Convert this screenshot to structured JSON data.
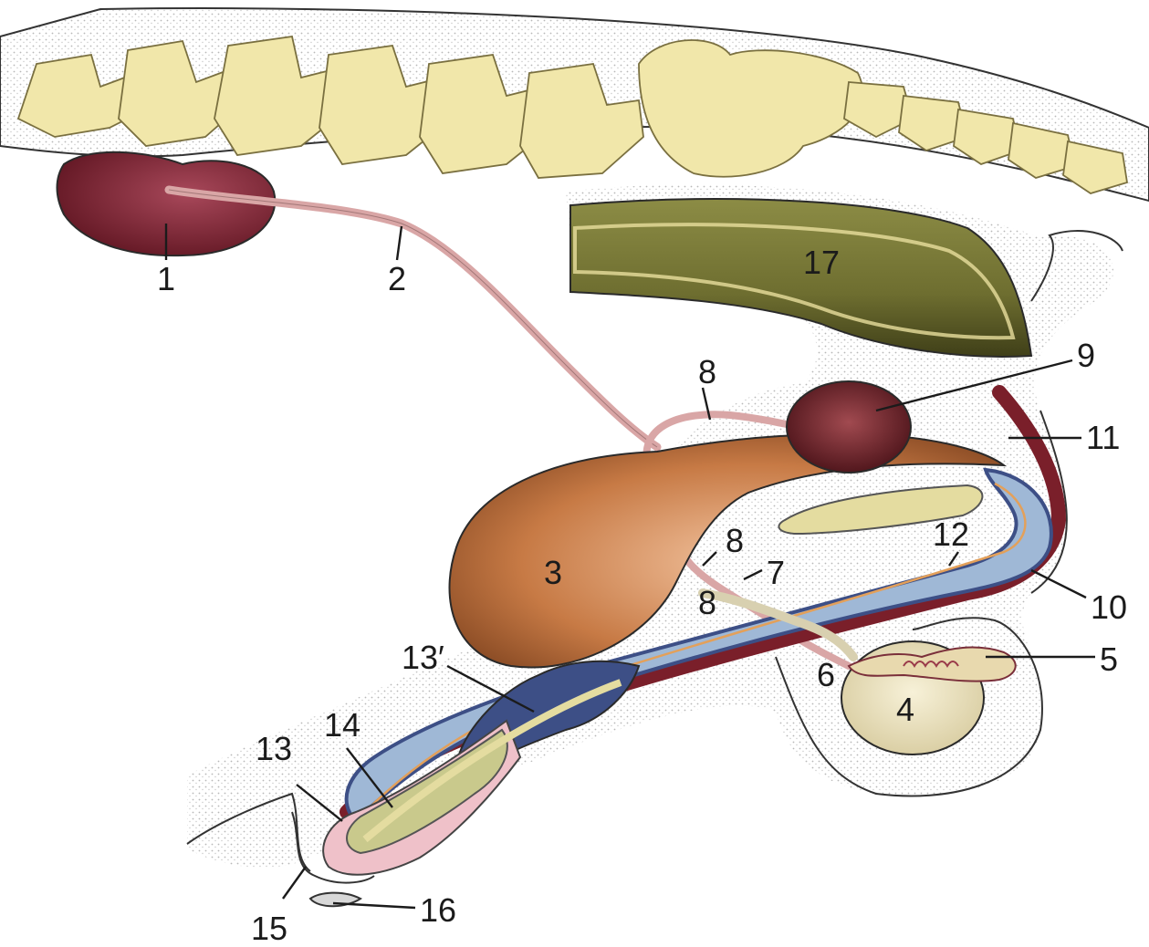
{
  "labels": {
    "l1": "1",
    "l2": "2",
    "l3": "3",
    "l4": "4",
    "l5": "5",
    "l6": "6",
    "l7": "7",
    "l8a": "8",
    "l8b": "8",
    "l8c": "8",
    "l9": "9",
    "l10": "10",
    "l11": "11",
    "l12": "12",
    "l13": "13",
    "l13p": "13′",
    "l14": "14",
    "l15": "15",
    "l16": "16",
    "l17": "17"
  },
  "colors": {
    "bone": "#f1e7aa",
    "kidney": "#7a2230",
    "ureter": "#d9a6a6",
    "bladder": "#c77a45",
    "rectum": "#74743a",
    "penis_blue": "#9fb8d6",
    "bulb_dark": "#3d4f86",
    "testis": "#eee6c4",
    "pink": "#efc1c9",
    "artery": "#7a1f2a",
    "skin_stipple": "#d8d8d8"
  }
}
